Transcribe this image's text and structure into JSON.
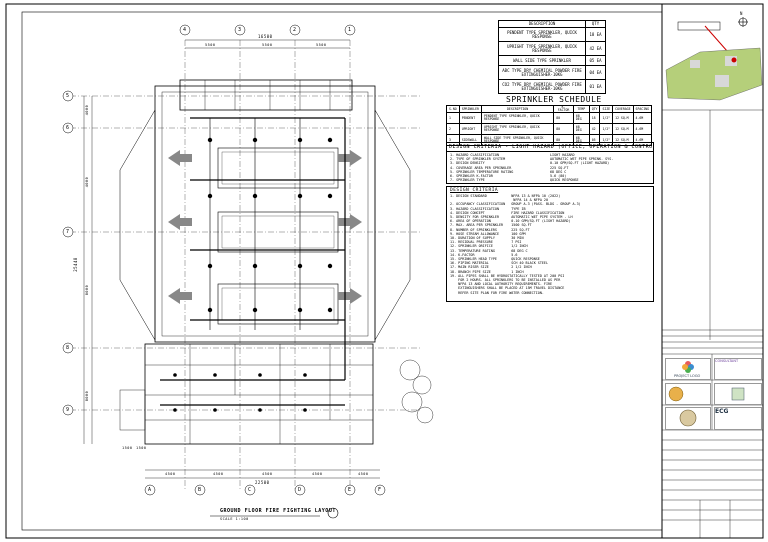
{
  "drawing": {
    "title": "GROUND FLOOR FIRE FIGHTING LAYOUT",
    "scale": "SCALE 1:100",
    "overall_width": "16500",
    "bay_widths": [
      "5500",
      "5500",
      "5500"
    ],
    "overall_bottom": "22500",
    "bottom_segments": [
      "4500",
      "4500",
      "4500",
      "4500",
      "4500"
    ],
    "overall_height": "25448",
    "left_dims": [
      "4000",
      "4000",
      "8000",
      "8000"
    ],
    "dim_small": [
      "1500",
      "1500"
    ],
    "top_grid_labels": [
      "4",
      "3",
      "2",
      "1"
    ],
    "bottom_grid_labels": [
      "A",
      "B",
      "C",
      "D",
      "E",
      "F"
    ],
    "row_labels": [
      "5",
      "6",
      "7",
      "8",
      "9"
    ]
  },
  "quantity_table": {
    "headers": [
      "DESCRIPTION",
      "QTY"
    ],
    "rows": [
      {
        "description": "PENDENT TYPE SPRINKLER, QUICK RESPONSE",
        "qty": "18 EA"
      },
      {
        "description": "UPRIGHT TYPE SPRINKLER, QUICK RESPONSE",
        "qty": "42 EA"
      },
      {
        "description": "WALL SIDE TYPE SPRINKLER",
        "qty": "05 EA"
      },
      {
        "description": "ABC TYPE DRY CHEMICAL POWDER FIRE EXTINGUISHER-10KG",
        "qty": "04 EA"
      },
      {
        "description": "CO2 TYPE DRY CHEMICAL POWDER FIRE EXTINGUISHER-10KG",
        "qty": "01 EA"
      }
    ]
  },
  "sprinkler_schedule": {
    "title": "SPRINKLER SCHEDULE",
    "headers": [
      "S.NO",
      "SPRINKLER",
      "DESCRIPTION",
      "K-FACTOR",
      "TEMP",
      "QTY",
      "SIZE",
      "COVERAGE",
      "SPACING"
    ],
    "rows": [
      [
        "1",
        "PENDENT",
        "PENDENT TYPE SPRINKLER, QUICK RESPONSE",
        "80",
        "68 DEG",
        "18",
        "1/2\"",
        "12 SQ.M",
        "4.6M"
      ],
      [
        "2",
        "UPRIGHT",
        "UPRIGHT TYPE SPRINKLER, QUICK RESPONSE",
        "80",
        "68 DEG",
        "42",
        "1/2\"",
        "12 SQ.M",
        "4.6M"
      ],
      [
        "3",
        "SIDEWALL",
        "WALL SIDE TYPE SPRINKLER, QUICK RESPONSE",
        "80",
        "68 DEG",
        "05",
        "1/2\"",
        "12 SQ.M",
        "4.6M"
      ]
    ]
  },
  "design_criteria": {
    "title": "DESIGN CRITERIA - LIGHT HAZARD (OFFICE, OPERATION & CONTROL ROOM)",
    "rows": [
      {
        "k": "1. HAZARD CLASSIFICATION",
        "v": "LIGHT HAZARD"
      },
      {
        "k": "2. TYPE OF SPRINKLER SYSTEM",
        "v": "AUTOMATIC WET PIPE SPRINK. SYS."
      },
      {
        "k": "3. DESIGN DENSITY",
        "v": "0.10 GPM/SQ.FT (LIGHT HAZARD)"
      },
      {
        "k": "4. COVERAGE AREA PER SPRINKLER",
        "v": "225 SQ.FT"
      },
      {
        "k": "5. SPRINKLER TEMPERATURE RATING",
        "v": "68 DEG C"
      },
      {
        "k": "6. SPRINKLER K-FACTOR",
        "v": "5.6 (80)"
      },
      {
        "k": "7. SPRINKLER TYPE",
        "v": "QUICK RESPONSE"
      }
    ]
  },
  "general_notes": {
    "title": "DESIGN CRITERIA",
    "text": "1. DESIGN STANDARD            NFPA 13 & NFPA 10 (2022)\n                               NFPA 14 & NFPA 20\n2. OCCUPANCY CLASSIFICATION   GROUP A-3 (PASS. BLDG - GROUP A-3)\n3. HAZARD CLASSIFICATION      TYPE IB\n4. DESIGN CONCEPT             FIRE HAZARD CLASSIFICATION\n5. DENSITY FOR SPRINKLER      AUTOMATIC WET PIPE SYSTEM - LH\n6. AREA OF OPERATION          0.10 GPM/SQ.FT (LIGHT HAZARD)\n7. MAX. AREA PER SPRINKLER    1500 SQ.FT\n8. NUMBER OF SPRINKLERS       225 SQ.FT\n9. HOSE STREAM ALLOWANCE      100 GPM\n10. DURATION OF SUPPLY        30 MIN\n11. RESIDUAL PRESSURE         7 PSI\n12. SPRINKLER ORIFICE         1/2 INCH\n13. TEMPERATURE RATING        68 DEG C\n14. K-FACTOR                  5.6\n15. SPRINKLER HEAD TYPE       QUICK RESPONSE\n16. PIPING MATERIAL           SCH 40 BLACK STEEL\n17. MAIN RISER SIZE           2 1/2 INCH\n18. BRANCH PIPE SIZE          1 INCH\n19. ALL PIPES SHALL BE HYDROSTATICALLY TESTED AT 200 PSI\n    FOR 2 HOURS. ALL SPRINKLERS TO BE INSTALLED AS PER\n    NFPA 13 AND LOCAL AUTHORITY REQUIREMENTS. FIRE\n    EXTINGUISHERS SHALL BE PLACED AT 15M TRAVEL DISTANCE\n    REFER SITE PLAN FOR FIRE WATER CONNECTION."
  },
  "title_block": {
    "north_label": "N",
    "logos": [
      "PROJECT LOGO",
      "CONSULTANT",
      "ECG"
    ],
    "rows_upper": 8,
    "rows_lower": 14
  },
  "colors": {
    "line": "#000000",
    "red": "#cc0000",
    "plan_key": "#b5cf7a"
  }
}
